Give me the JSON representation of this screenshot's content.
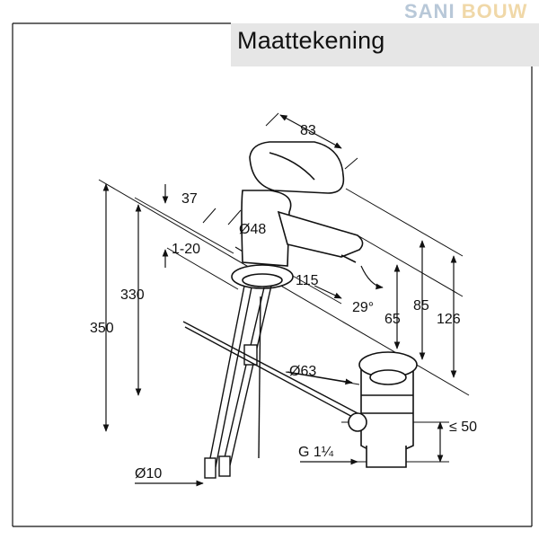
{
  "brand": {
    "part1": "SANI",
    "part2": "BOUW"
  },
  "title": "Maattekening",
  "labels": {
    "d83": "83",
    "d37": "37",
    "d48": "Ø48",
    "d1_20": "1-20",
    "d115": "115",
    "d29": "29°",
    "d330": "330",
    "d350": "350",
    "d65": "65",
    "d85": "85",
    "d126": "126",
    "d63": "Ø63",
    "d50": "≤ 50",
    "g": "G 1¼",
    "d10": "Ø10"
  },
  "colors": {
    "line": "#111111",
    "title_bg": "#e6e6e6"
  }
}
